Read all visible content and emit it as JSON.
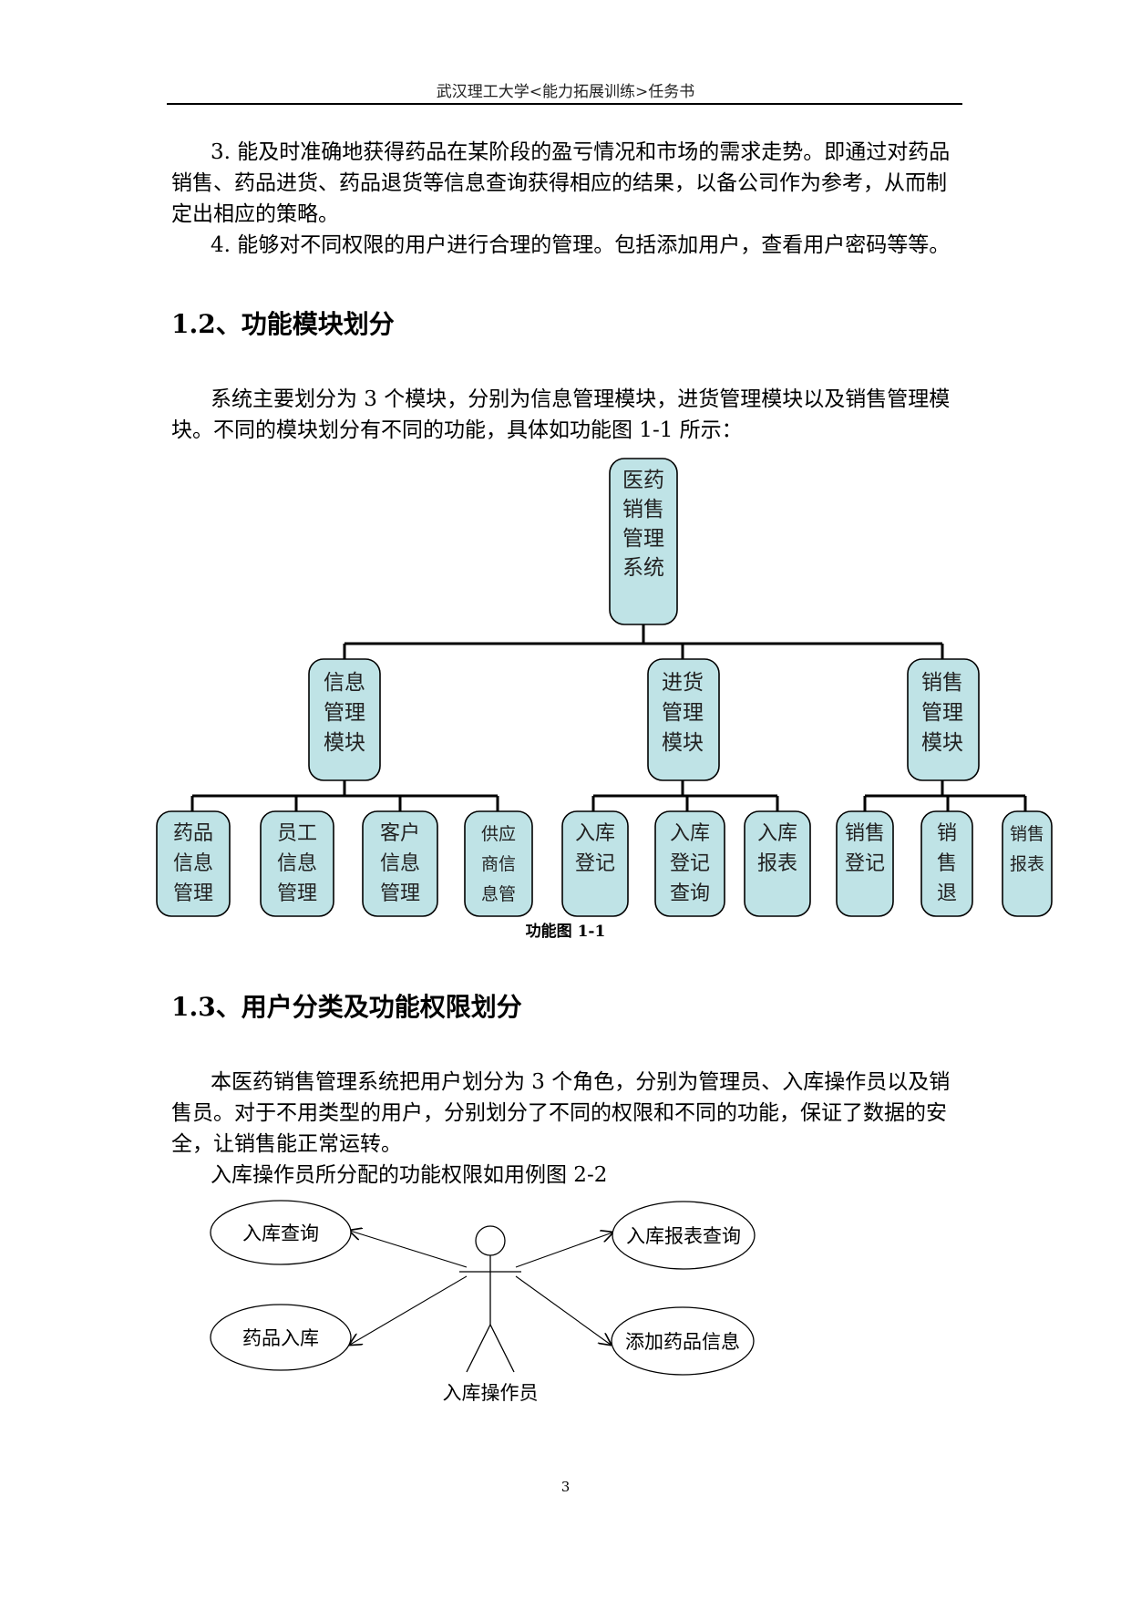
{
  "header": {
    "title": "武汉理工大学<能力拓展训练>任务书"
  },
  "intro": {
    "item3": "3. 能及时准确地获得药品在某阶段的盈亏情况和市场的需求走势。即通过对药品销售、药品进货、药品退货等信息查询获得相应的结果，以备公司作为参考，从而制定出相应的策略。",
    "item4": "4. 能够对不同权限的用户进行合理的管理。包括添加用户，查看用户密码等等。"
  },
  "section_1_2": {
    "heading": "1.2、功能模块划分",
    "paragraph": "系统主要划分为 3 个模块，分别为信息管理模块，进货管理模块以及销售管理模块。不同的模块划分有不同的功能，具体如功能图 1-1 所示："
  },
  "diagram1": {
    "root": [
      "医药",
      "销售",
      "管理",
      "系统"
    ],
    "modules": [
      {
        "lines": [
          "信息",
          "管理",
          "模块"
        ],
        "children": [
          {
            "lines": [
              "药品",
              "信息",
              "管理"
            ]
          },
          {
            "lines": [
              "员工",
              "信息",
              "管理"
            ]
          },
          {
            "lines": [
              "客户",
              "信息",
              "管理"
            ]
          },
          {
            "lines": [
              "供应",
              "商信",
              "息管"
            ]
          }
        ]
      },
      {
        "lines": [
          "进货",
          "管理",
          "模块"
        ],
        "children": [
          {
            "lines": [
              "入库",
              "登记"
            ]
          },
          {
            "lines": [
              "入库",
              "登记",
              "查询"
            ]
          },
          {
            "lines": [
              "入库",
              "报表"
            ]
          }
        ]
      },
      {
        "lines": [
          "销售",
          "管理",
          "模块"
        ],
        "children": [
          {
            "lines": [
              "销售",
              "登记"
            ]
          },
          {
            "lines": [
              "销",
              "售",
              "退"
            ]
          },
          {
            "lines": [
              "销售",
              "报表"
            ]
          }
        ]
      }
    ],
    "caption": "功能图 1-1",
    "box_fill": "#bfe3e6"
  },
  "section_1_3": {
    "heading": "1.3、用户分类及功能权限划分",
    "paragraph": "本医药销售管理系统把用户划分为 3 个角色，分别为管理员、入库操作员以及销售员。对于不用类型的用户，分别划分了不同的权限和不同的功能，保证了数据的安全，让销售能正常运转。",
    "usecase_intro": "入库操作员所分配的功能权限如用例图 2-2"
  },
  "usecase": {
    "actor": "入库操作员",
    "cases": [
      "入库查询",
      "入库报表查询",
      "药品入库",
      "添加药品信息"
    ]
  },
  "page_number": "3"
}
